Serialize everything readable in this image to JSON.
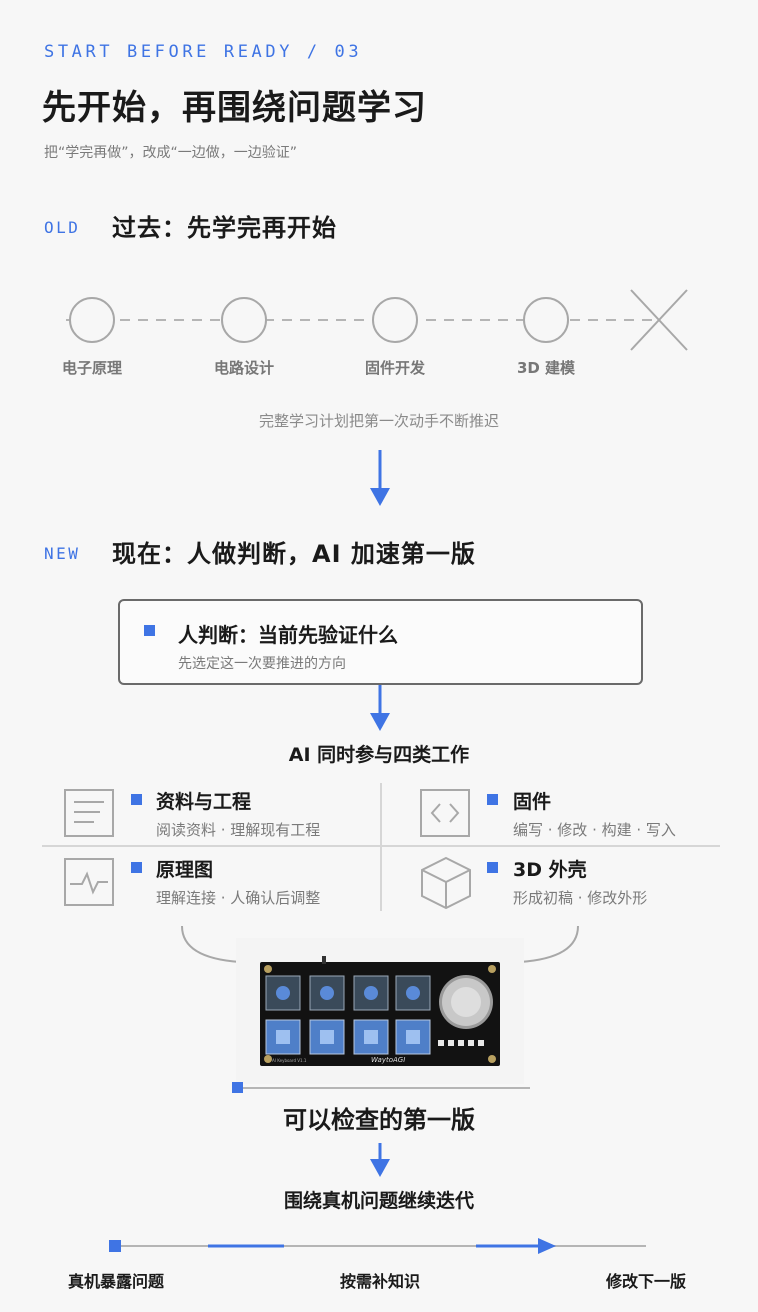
{
  "header": {
    "eyebrow": "START BEFORE READY / 03",
    "title": "先开始，再围绕问题学习",
    "subtitle": "把“学完再做”，改成“一边做，一边验证”"
  },
  "old": {
    "tag": "OLD",
    "title": "过去：先学完再开始",
    "steps": [
      "电子原理",
      "电路设计",
      "固件开发",
      "3D 建模"
    ],
    "note": "完整学习计划把第一次动手不断推迟"
  },
  "new": {
    "tag": "NEW",
    "title": "现在：人做判断，AI 加速第一版",
    "judge": {
      "title": "人判断：当前先验证什么",
      "subtitle": "先选定这一次要推进的方向"
    },
    "ai_label": "AI 同时参与四类工作",
    "cells": [
      {
        "title": "资料与工程",
        "subtitle": "阅读资料 · 理解现有工程",
        "icon": "document-icon"
      },
      {
        "title": "固件",
        "subtitle": "编写 · 修改 · 构建 · 写入",
        "icon": "code-icon"
      },
      {
        "title": "原理图",
        "subtitle": "理解连接 · 人确认后调整",
        "icon": "waveform-icon"
      },
      {
        "title": "3D 外壳",
        "subtitle": "形成初稿 · 修改外形",
        "icon": "cube-icon"
      }
    ],
    "board": {
      "silk_brand": "WaytoAGI",
      "silk_model": "AI Keyboard V1.1"
    },
    "first_version": "可以检查的第一版",
    "iterate_label": "围绕真机问题继续迭代",
    "loop": [
      "真机暴露问题",
      "按需补知识",
      "修改下一版"
    ]
  },
  "colors": {
    "accent": "#3f74e4",
    "text": "#1a1a1a",
    "muted": "#7a7a7a",
    "line": "#b5b5b5",
    "background": "#f7f7f7"
  }
}
